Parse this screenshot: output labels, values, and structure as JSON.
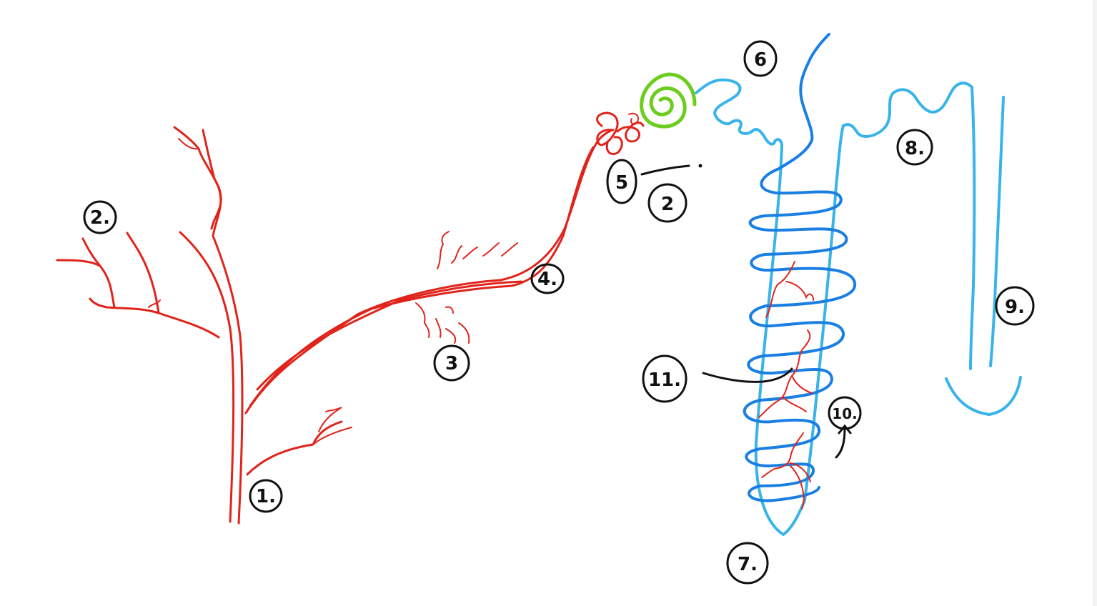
{
  "diagram": {
    "colors": {
      "arteries": "#e0241b",
      "light_blue_vessels": "#38b4ea",
      "dark_blue_vessels": "#1a7fe2",
      "green_coil": "#6ccd1e",
      "labels": "#111111"
    },
    "labels": {
      "l1": "1.",
      "l2": "2.",
      "l3": "3",
      "l4": "4.",
      "l5": "5",
      "l5b": "2",
      "l6": "6",
      "l7": "7.",
      "l8": "8.",
      "l9": "9.",
      "l10": "10.",
      "l11": "11."
    }
  }
}
